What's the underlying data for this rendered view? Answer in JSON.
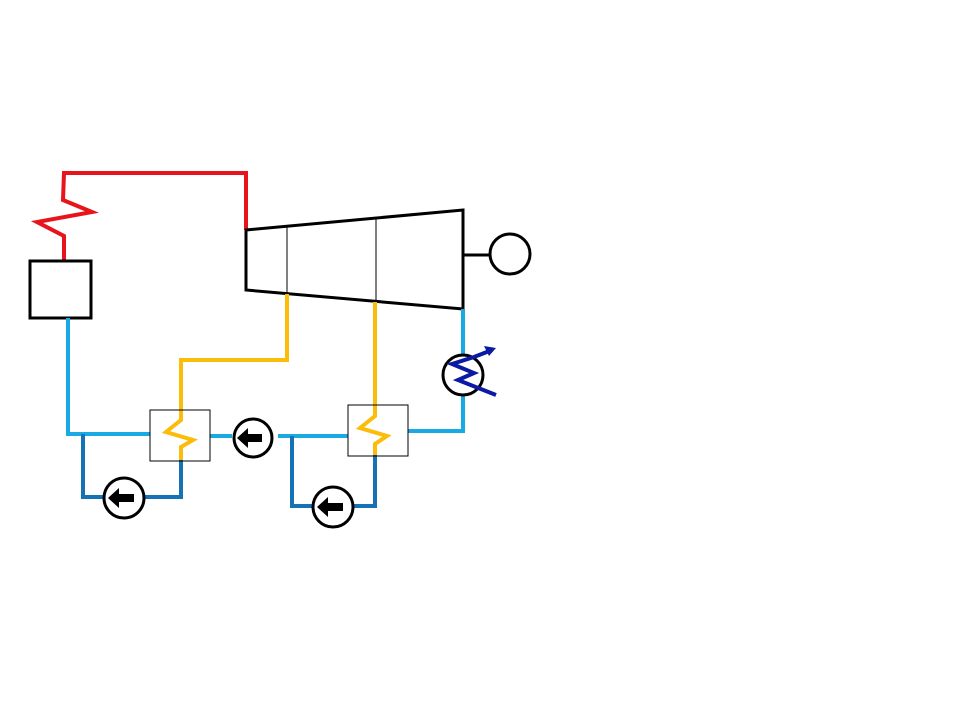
{
  "diagram": {
    "type": "steam-power-cycle-schematic",
    "colors": {
      "live_steam": "#e8141c",
      "extraction_steam": "#fbbd09",
      "condensate": "#1aaae3",
      "feedwater_loop": "#1572b5",
      "cooling_water": "#0b1aa3",
      "equipment": "#000000"
    },
    "components": [
      {
        "id": "boiler",
        "shape": "square"
      },
      {
        "id": "superheater",
        "shape": "zigzag"
      },
      {
        "id": "turbine",
        "shape": "trapezoid",
        "stages": 3
      },
      {
        "id": "generator",
        "shape": "circle"
      },
      {
        "id": "condenser",
        "shape": "circle-with-coil"
      },
      {
        "id": "feedwater-heater-1",
        "shape": "square-with-coil"
      },
      {
        "id": "feedwater-heater-2",
        "shape": "square-with-coil"
      },
      {
        "id": "pump-main",
        "shape": "circle-with-arrow"
      },
      {
        "id": "pump-drain-1",
        "shape": "circle-with-arrow"
      },
      {
        "id": "pump-drain-2",
        "shape": "circle-with-arrow"
      }
    ]
  }
}
